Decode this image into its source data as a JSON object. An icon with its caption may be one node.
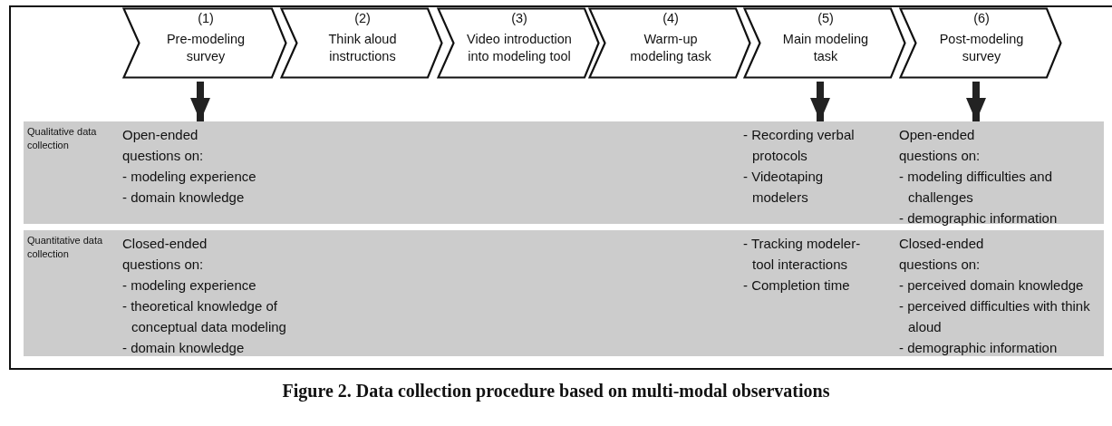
{
  "diagram": {
    "caption": "Figure 2. Data collection procedure based on multi-modal observations",
    "nodes": [
      {
        "text": [
          "(1)",
          "Pre-modeling survey"
        ]
      },
      {
        "text": [
          "(2)",
          "Think aloud instructions"
        ]
      },
      {
        "text": [
          "(3)",
          "Video introduction into modeling tool"
        ]
      },
      {
        "text": [
          "(4)",
          "Warm-up modeling task"
        ]
      },
      {
        "text": [
          "(5)",
          "Main modeling task"
        ]
      },
      {
        "text": [
          "(6)",
          "Post-modeling survey"
        ]
      },
      {
        "text": [
          "Qualitative data collection"
        ]
      },
      {
        "text": [
          "Open-ended questions on:",
          "- modeling experience",
          "- domain knowledge"
        ],
        "in": 6
      },
      {
        "text": [
          "- Recording verbal protocols",
          "- Videotaping modelers"
        ],
        "in": 6
      },
      {
        "text": [
          "Open-ended questions on:",
          "- modeling difficulties and challenges",
          "- demographic information"
        ],
        "in": 6
      },
      {
        "text": [
          "Quantitative data collection"
        ]
      },
      {
        "text": [
          "Closed-ended questions on:",
          "- modeling experience",
          "- theoretical knowledge of conceptual data modeling",
          "- domain knowledge"
        ],
        "in": 10
      },
      {
        "text": [
          "- Tracking modeler-tool interactions",
          "- Completion time"
        ],
        "in": 10
      },
      {
        "text": [
          "Closed-ended questions on:",
          "- perceived domain knowledge",
          "- perceived difficulties with think aloud",
          "- demographic information"
        ],
        "in": 10
      }
    ],
    "edges": [
      {
        "from": 0,
        "to": 7,
        "arrow": "to"
      },
      {
        "from": 4,
        "to": 8,
        "arrow": "to"
      },
      {
        "from": 5,
        "to": 9,
        "arrow": "to"
      }
    ]
  }
}
